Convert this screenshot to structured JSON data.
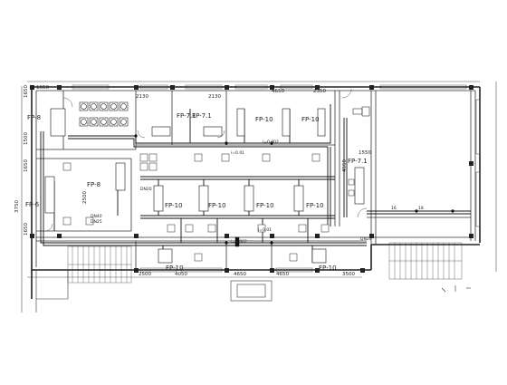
{
  "labels": {
    "fp71_a": "FP-7.1",
    "fp71_b": "FP-7.1",
    "fp71_c": "FP-7.1",
    "fp8_a": "FP-8",
    "fp8_b": "FP-8",
    "fp6": "FP-6",
    "fp10_top1": "FP-10",
    "fp10_top2": "FP-10",
    "fp10_mid1": "FP-10",
    "fp10_mid2": "FP-10",
    "fp10_mid3": "FP-10",
    "fp10_mid4": "FP-10",
    "fp10_bot1": "FP-10",
    "fp10_bot2": "FP-10"
  },
  "dimensions": {
    "top_1650": "1650",
    "top_2130a": "2130",
    "top_2130b": "2130",
    "top_4650": "4650",
    "top_2350": "2350",
    "bot_2500": "2500",
    "bot_4050": "4050",
    "bot_4650a": "4650",
    "bot_4650b": "4650",
    "bot_3500": "3500",
    "left_1650": "1650",
    "left_1500": "1500",
    "left_1650b": "1650",
    "left_3750": "3750",
    "left_1650c": "1650",
    "right_1550": "1550",
    "right_4550": "4550",
    "room_2500": "2500",
    "slope_a": "i=0.002",
    "slope_b": "i=0.01",
    "slope_c": "i=0.002",
    "slope_d": "i=0.01",
    "pipe_dn20": "DN20",
    "pipe_dn40": "DN40",
    "pipe_dn25": "DN25",
    "pipe_dn20b": "DN20",
    "mark_16": "16",
    "mark_18": "18"
  }
}
